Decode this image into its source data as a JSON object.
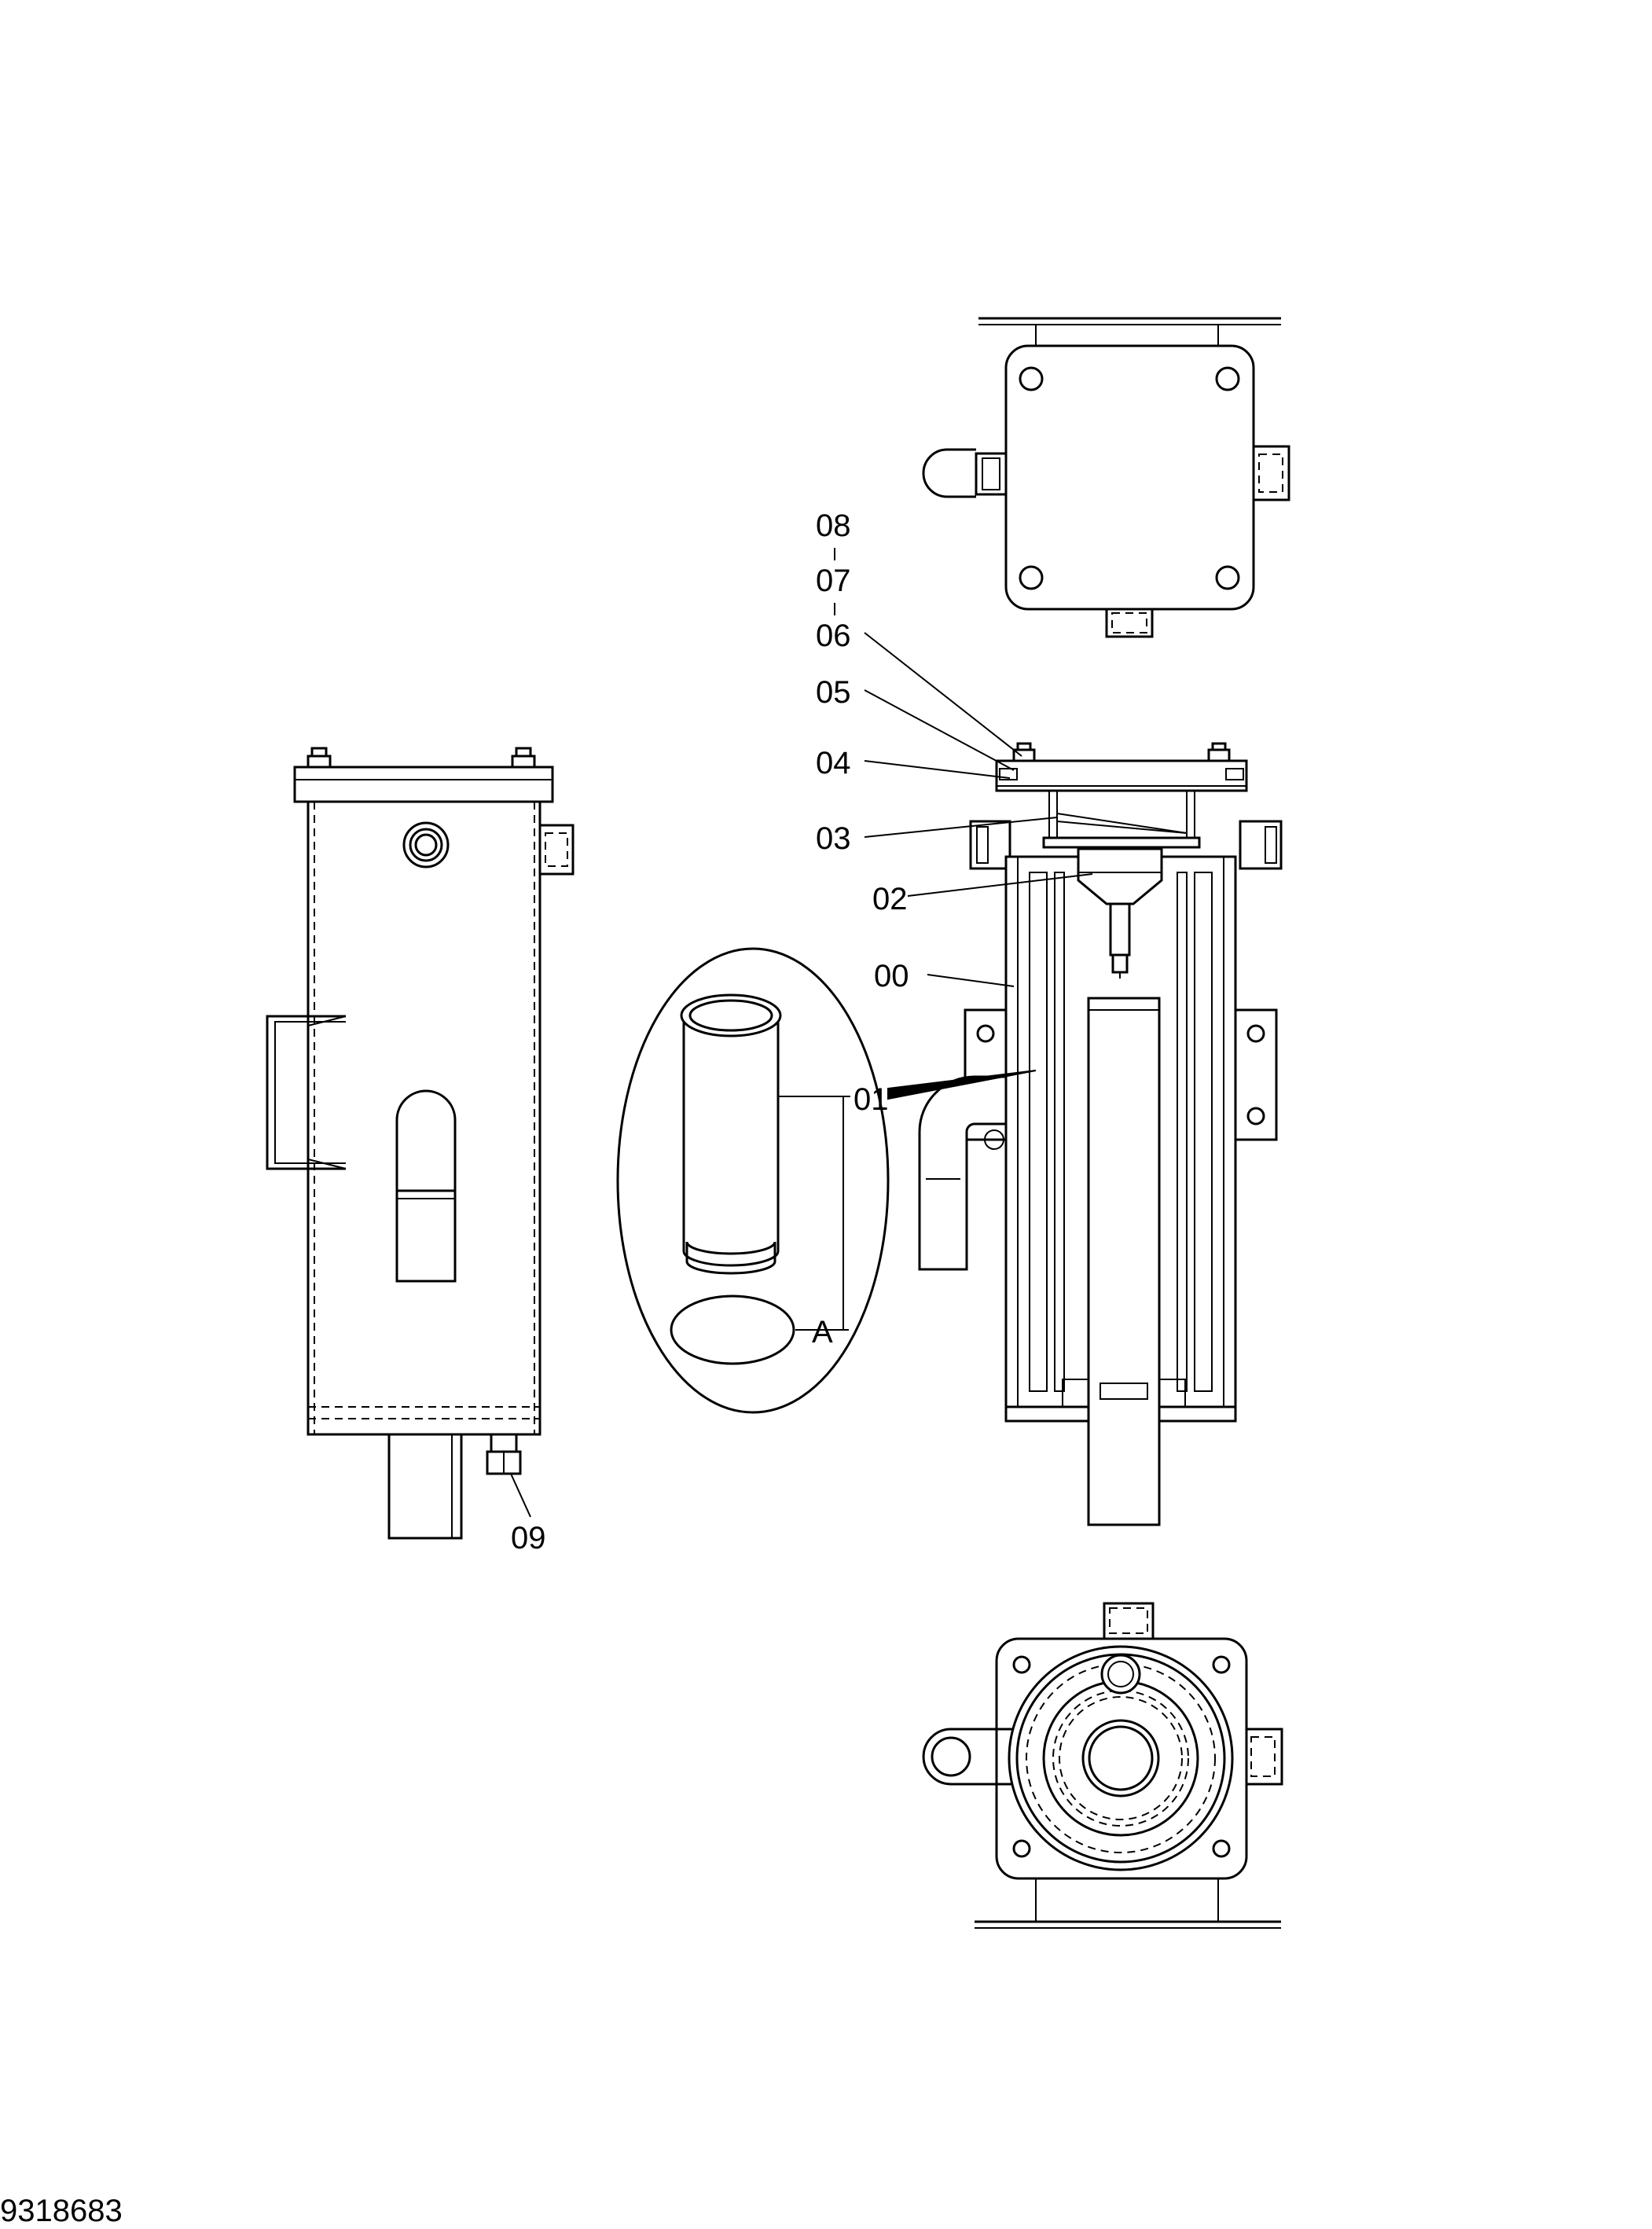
{
  "callouts": {
    "c08": "08",
    "c07": "07",
    "c06": "06",
    "c05": "05",
    "c04": "04",
    "c03": "03",
    "c02": "02",
    "c00": "00",
    "c01": "01",
    "cA": "A",
    "c09": "09"
  },
  "document_number": "9318683"
}
